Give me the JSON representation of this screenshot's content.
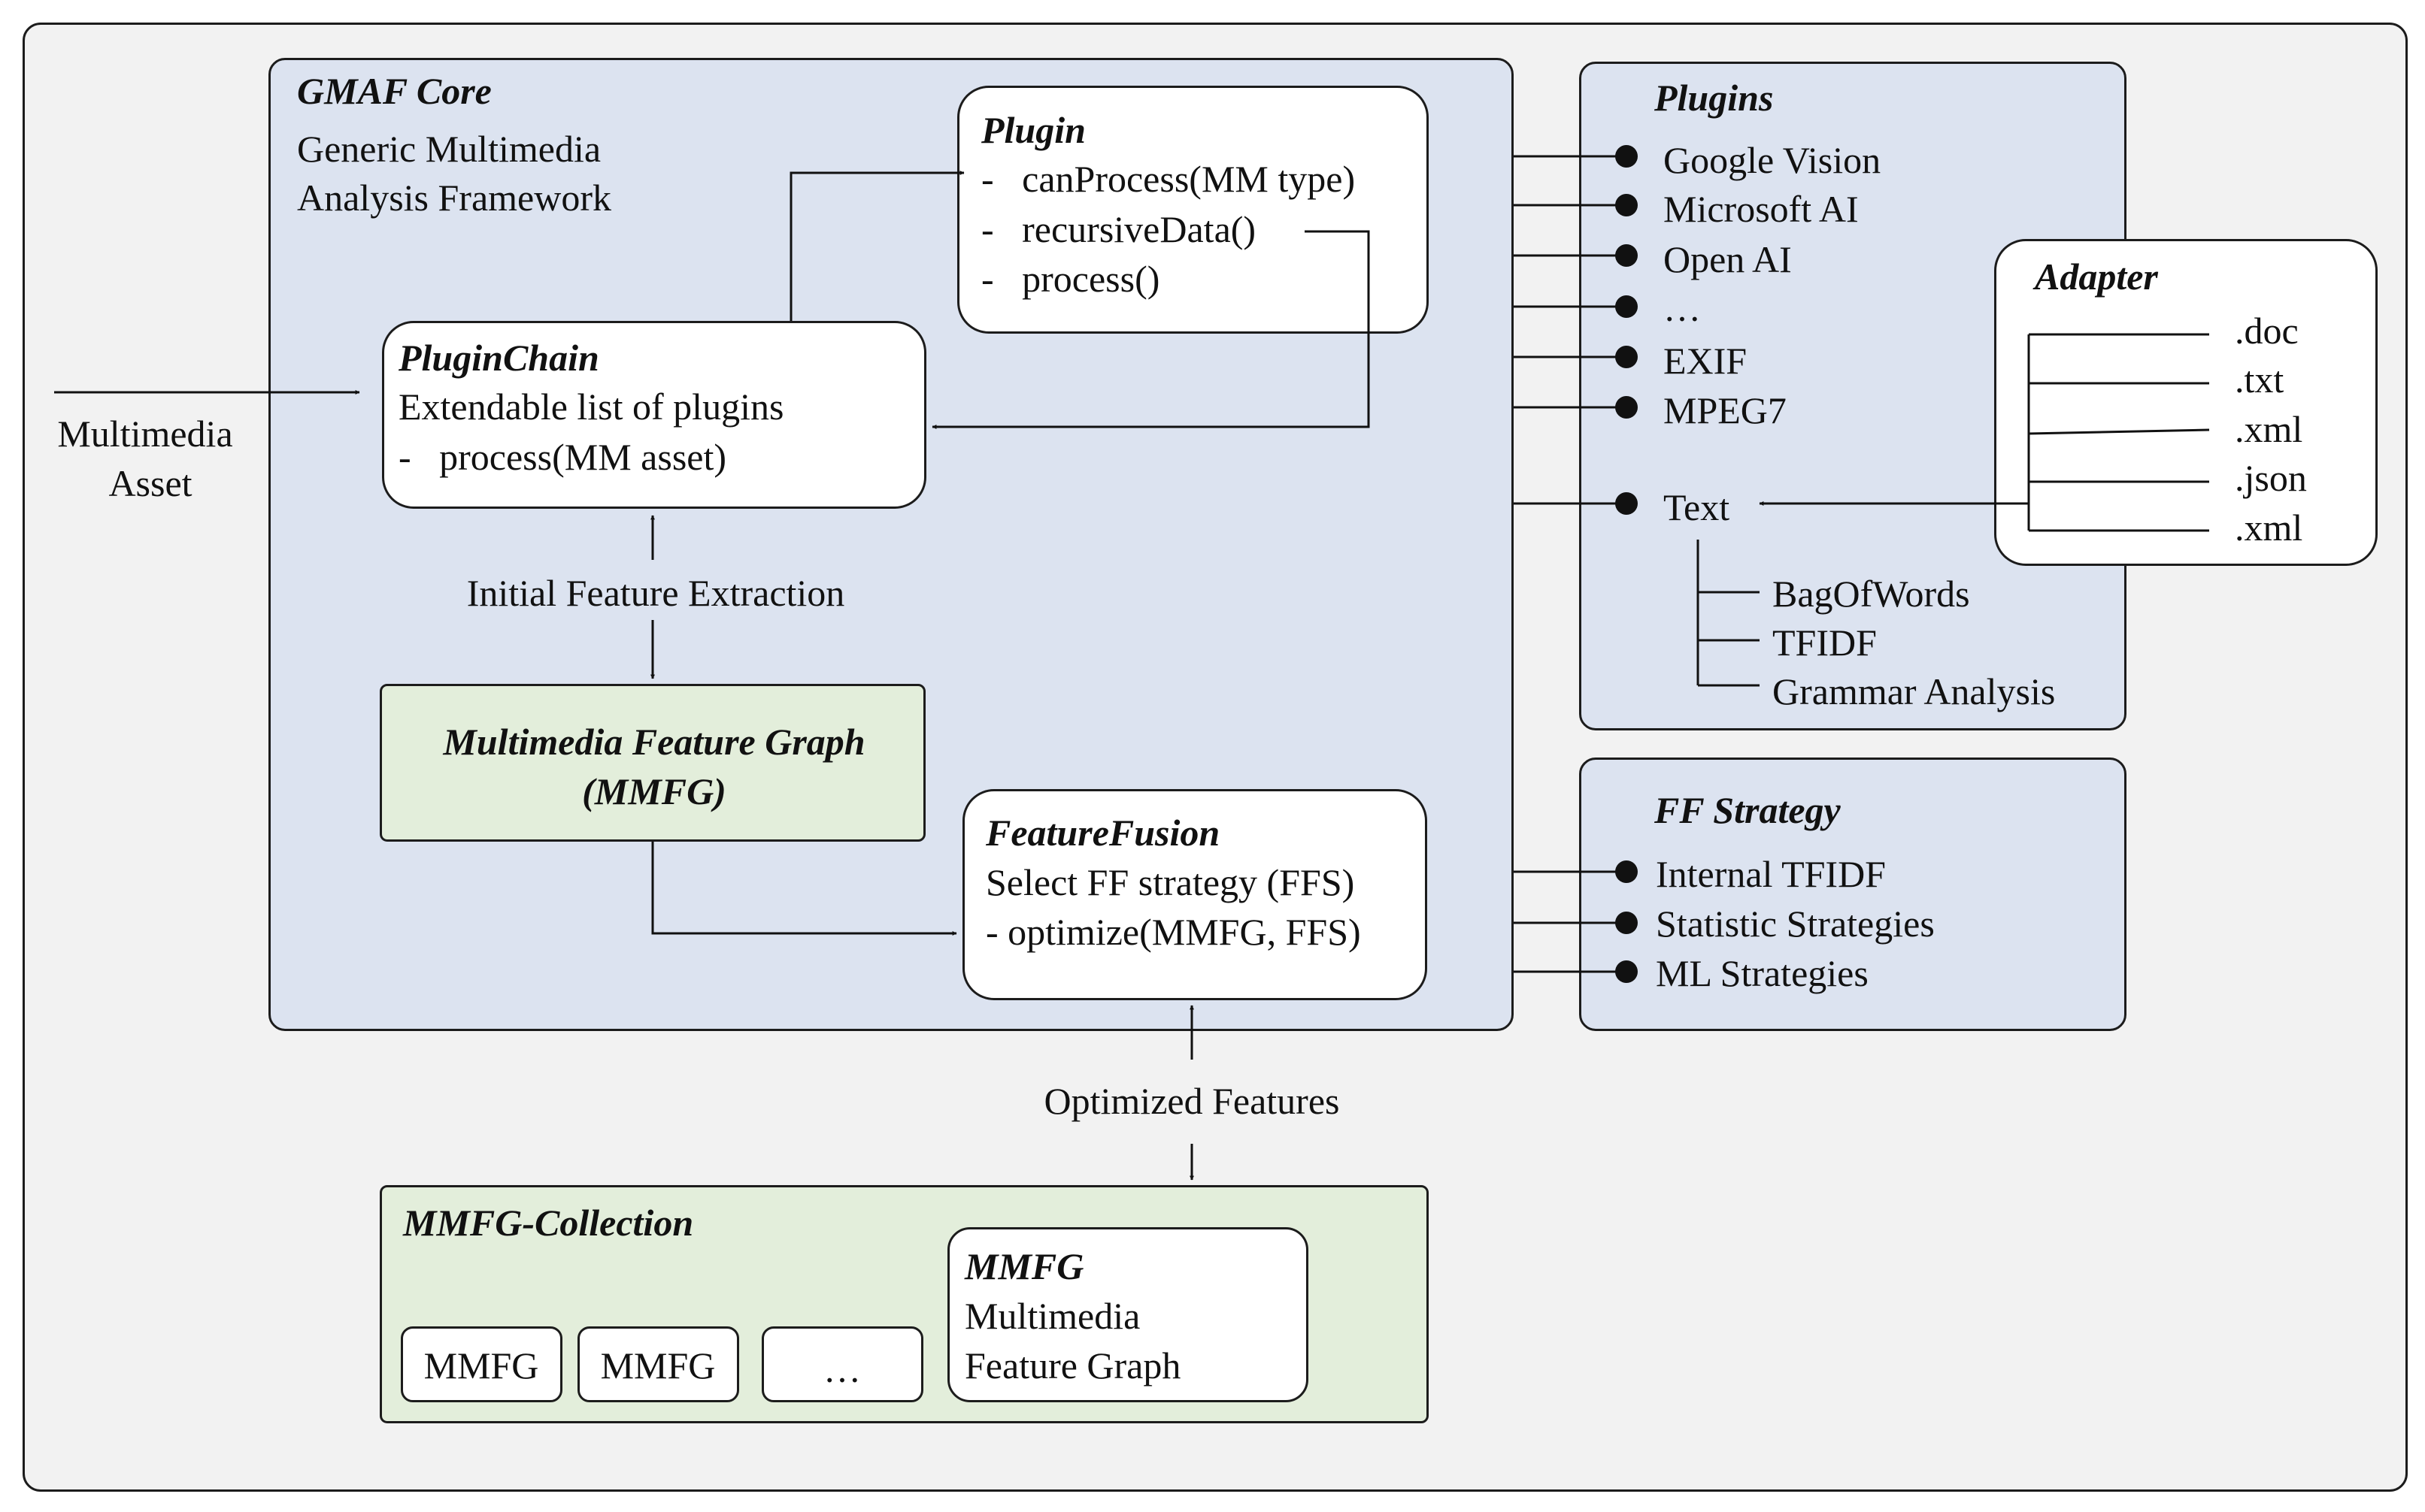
{
  "input": {
    "line1": "Multimedia",
    "line2": "Asset"
  },
  "core": {
    "title": "GMAF Core",
    "line1": "Generic Multimedia",
    "line2": "Analysis Framework"
  },
  "plugin_box": {
    "title": "Plugin",
    "item1": "-   canProcess(MM type)",
    "item2": "-   recursiveData()",
    "item3": "-   process()"
  },
  "plugin_chain": {
    "title": "PluginChain",
    "line1": "Extendable list of plugins",
    "line2": "-   process(MM asset)"
  },
  "initial_extraction": "Initial Feature Extraction",
  "mmfg_box": {
    "line1": "Multimedia Feature Graph",
    "line2": "(MMFG)"
  },
  "feature_fusion": {
    "title": "FeatureFusion",
    "line1": "Select FF strategy (FFS)",
    "line2": "- optimize(MMFG, FFS)"
  },
  "optimized_features": "Optimized Features",
  "collection": {
    "title": "MMFG-Collection",
    "items": [
      "MMFG",
      "MMFG",
      "…"
    ],
    "detail": {
      "title": "MMFG",
      "line1": "Multimedia",
      "line2": "Feature Graph"
    }
  },
  "plugins": {
    "title": "Plugins",
    "items": [
      "Google Vision",
      "Microsoft AI",
      "Open AI",
      "…",
      "EXIF",
      "MPEG7",
      "Text"
    ],
    "text_children": [
      "BagOfWords",
      "TFIDF",
      "Grammar Analysis"
    ]
  },
  "adapter": {
    "title": "Adapter",
    "formats": [
      ".doc",
      ".txt",
      ".xml",
      ".json",
      ".xml"
    ]
  },
  "ff_strategy": {
    "title": "FF Strategy",
    "items": [
      "Internal TFIDF",
      "Statistic Strategies",
      "ML Strategies"
    ]
  },
  "colors": {
    "panel_blue": "#dce3f0",
    "panel_green": "#e3eedb",
    "outer_bg": "#f2f2f2",
    "stroke": "#1c1c1c"
  }
}
